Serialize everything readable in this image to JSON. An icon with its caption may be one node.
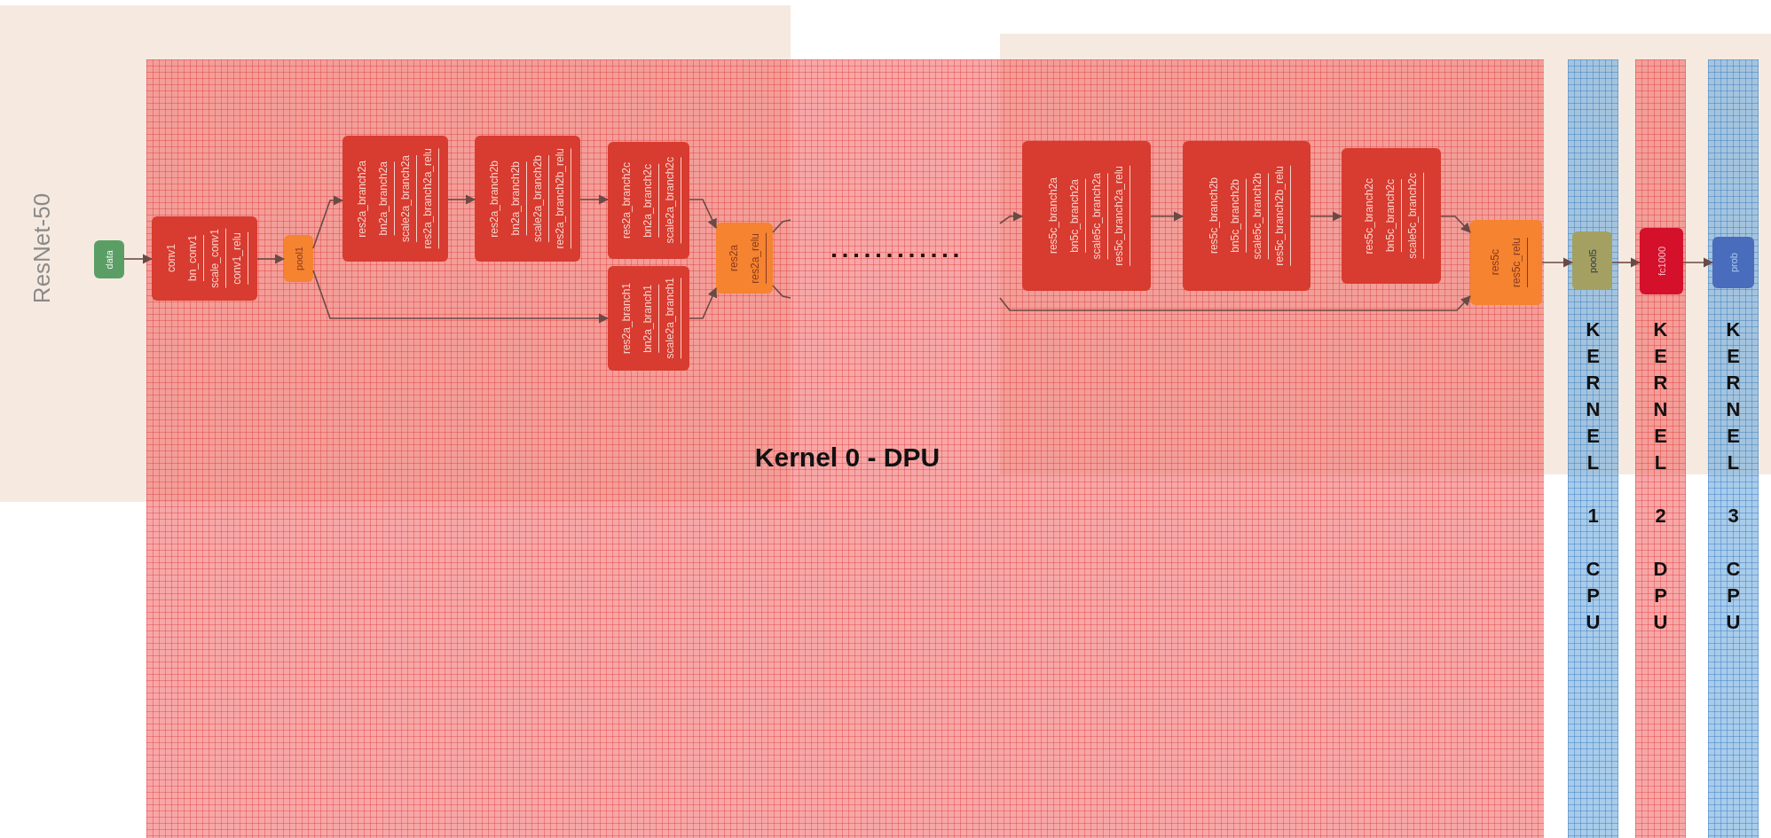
{
  "diagram": {
    "nodes": [
      {
        "text": [
          "Kernel 0 - DPU"
        ]
      },
      {
        "text": [
          "data"
        ]
      },
      {
        "text": [
          "conv1",
          "bn_conv1",
          "scale_conv1",
          "conv1_relu"
        ],
        "in": 0
      },
      {
        "text": [
          "pool1"
        ],
        "in": 0
      },
      {
        "text": [
          "res2a_branch2a",
          "bn2a_branch2a",
          "scale2a_branch2a",
          "res2a_branch2a_relu"
        ],
        "in": 0
      },
      {
        "text": [
          "res2a_branch2b",
          "bn2a_branch2b",
          "scale2a_branch2b",
          "res2a_branch2b_relu"
        ],
        "in": 0
      },
      {
        "text": [
          "res2a_branch2c",
          "bn2a_branch2c",
          "scale2a_branch2c"
        ],
        "in": 0
      },
      {
        "text": [
          "res2a_branch1",
          "bn2a_branch1",
          "scale2a_branch1"
        ],
        "in": 0
      },
      {
        "text": [
          "res2a",
          "res2a_relu"
        ],
        "in": 0
      },
      {
        "text": [
          "res5c_branch2a",
          "bn5c_branch2a",
          "scale5c_branch2a",
          "res5c_branch2a_relu"
        ],
        "in": 0
      },
      {
        "text": [
          "res5c_branch2b",
          "bn5c_branch2b",
          "scale5c_branch2b",
          "res5c_branch2b_relu"
        ],
        "in": 0
      },
      {
        "text": [
          "res5c_branch2c",
          "bn5c_branch2c",
          "scale5c_branch2c"
        ],
        "in": 0
      },
      {
        "text": [
          "res5c",
          "res5c_relu"
        ],
        "in": 0
      },
      {
        "text": [
          "KERNEL 1 CPU"
        ]
      },
      {
        "text": [
          "pool5"
        ],
        "in": 13
      },
      {
        "text": [
          "KERNEL 2 DPU"
        ]
      },
      {
        "text": [
          "fc1000"
        ],
        "in": 15
      },
      {
        "text": [
          "KERNEL 3 CPU"
        ]
      },
      {
        "text": [
          "prob"
        ],
        "in": 17
      }
    ],
    "edges": [
      {
        "from": 1,
        "to": 2,
        "arrow": "to"
      },
      {
        "from": 2,
        "to": 3,
        "arrow": "to"
      },
      {
        "from": 3,
        "to": 4,
        "arrow": "to"
      },
      {
        "from": 3,
        "to": 7,
        "arrow": "to"
      },
      {
        "from": 4,
        "to": 5,
        "arrow": "to"
      },
      {
        "from": 5,
        "to": 6,
        "arrow": "to"
      },
      {
        "from": 6,
        "to": 8,
        "arrow": "to"
      },
      {
        "from": 7,
        "to": 8,
        "arrow": "to"
      },
      {
        "from": 8,
        "to": null,
        "arrow": "none"
      },
      {
        "from": 8,
        "to": null,
        "arrow": "none"
      },
      {
        "from": null,
        "to": 9,
        "arrow": "to"
      },
      {
        "from": null,
        "to": 12,
        "arrow": "to"
      },
      {
        "from": 9,
        "to": 10,
        "arrow": "to"
      },
      {
        "from": 10,
        "to": 11,
        "arrow": "to"
      },
      {
        "from": 11,
        "to": 12,
        "arrow": "to"
      },
      {
        "from": 12,
        "to": 14,
        "arrow": "to"
      },
      {
        "from": 14,
        "to": 16,
        "arrow": "to"
      },
      {
        "from": 16,
        "to": 18,
        "arrow": "to"
      }
    ],
    "labels": [
      "ResNet-50"
    ]
  }
}
